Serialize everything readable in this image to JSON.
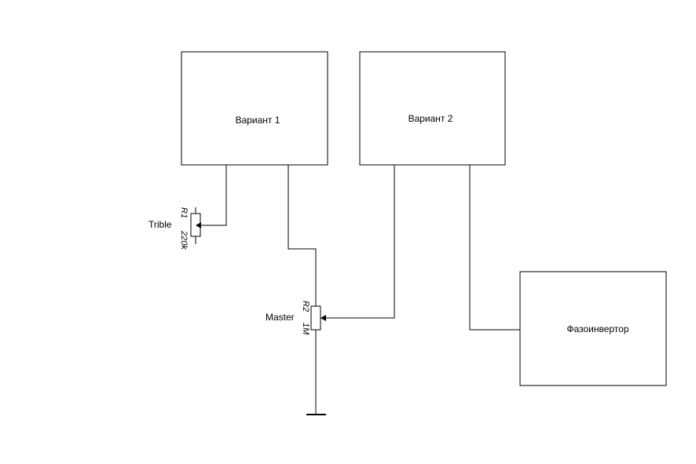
{
  "blocks": {
    "variant1": "Вариант 1",
    "variant2": "Вариант 2",
    "phase_inverter": "Фазоинвертор"
  },
  "resistors": {
    "r1": {
      "ref": "R1",
      "value": "220k",
      "name": "Trible"
    },
    "r2": {
      "ref": "R2",
      "value": "1M",
      "name": "Master"
    }
  }
}
